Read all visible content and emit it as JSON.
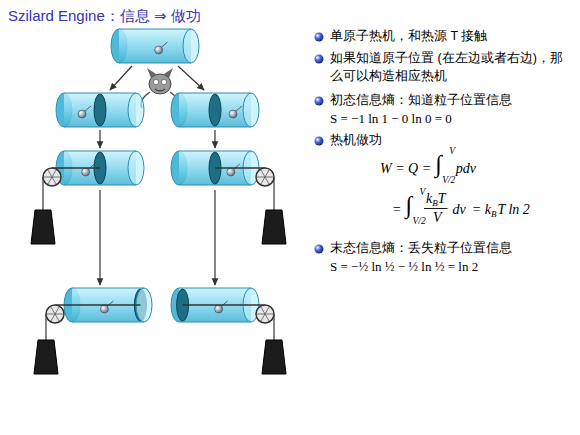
{
  "diagram": {
    "title": "Szilard Engine：信息 ⇒ 做功",
    "labels": [
      "单原子热机，和热源 T 接触",
      "如果知道原子位置 (在左边或者右边)，那么可以构造相应热机",
      "初态信息熵：知道粒子位置信息",
      "S = −1 ln 1 − 0 ln 0 = 0",
      "热机做功",
      "W = Q =",
      "∫",
      "V",
      "V/2",
      "pdv",
      "=",
      "∫",
      "V",
      "V/2",
      "k",
      "B",
      "T",
      "V",
      "dv",
      "= k",
      "B",
      "T ln 2",
      "末态信息熵：丢失粒子位置信息",
      "S = −½ ln ½ − ½ ln ½ = ln 2"
    ]
  }
}
